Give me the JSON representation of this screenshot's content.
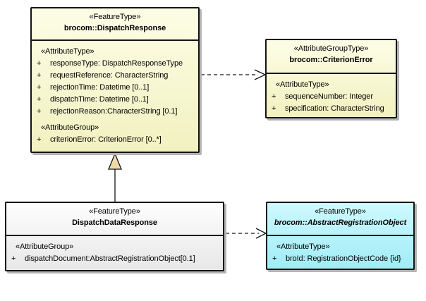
{
  "classes": [
    {
      "stereotype": "«FeatureType»",
      "name": "brocom::DispatchResponse",
      "sections": [
        {
          "heading": "«AttributeType»",
          "attributes": [
            {
              "vis": "+",
              "text": "responseType: DispatchResponseType"
            },
            {
              "vis": "+",
              "text": "requestReference: CharacterString"
            },
            {
              "vis": "+",
              "text": "rejectionTime: Datetime [0..1]"
            },
            {
              "vis": "+",
              "text": "dispatchTime: Datetime [0..1]"
            },
            {
              "vis": "+",
              "text": "rejectionReason:CharacterString [0.1]"
            }
          ]
        },
        {
          "heading": "«AttributeGroup»",
          "attributes": [
            {
              "vis": "+",
              "text": "criterionError: CriterionError [0..*]"
            }
          ]
        }
      ]
    },
    {
      "stereotype": "«AttributeGroupType»",
      "name": "brocom::CriterionError",
      "sections": [
        {
          "heading": "«AttributeType»",
          "attributes": [
            {
              "vis": "+",
              "text": "sequenceNumber: Integer"
            },
            {
              "vis": "+",
              "text": "specification: CharacterString"
            }
          ]
        }
      ]
    },
    {
      "stereotype": "«FeatureType»",
      "name": "DispatchDataResponse",
      "sections": [
        {
          "heading": "«AttributeGroup»",
          "attributes": [
            {
              "vis": "+",
              "text": "dispatchDocument:AbstractRegistrationObject[0.1]"
            }
          ]
        }
      ]
    },
    {
      "stereotype": "«FeatureType»",
      "name": "brocom::AbstractRegistrationObject",
      "sections": [
        {
          "heading": "«AttributeType»",
          "attributes": [
            {
              "vis": "+",
              "text": "broId: RegistrationObjectCode {id}"
            }
          ]
        }
      ]
    }
  ],
  "connectors": [
    {
      "type": "dependency",
      "from": "brocom::DispatchResponse",
      "to": "brocom::CriterionError",
      "line": "dashed",
      "arrowhead": "open"
    },
    {
      "type": "generalization",
      "from": "DispatchDataResponse",
      "to": "brocom::DispatchResponse",
      "line": "solid",
      "arrowhead": "hollow-triangle"
    },
    {
      "type": "dependency",
      "from": "DispatchDataResponse",
      "to": "brocom::AbstractRegistrationObject",
      "line": "dashed",
      "arrowhead": "open"
    }
  ],
  "colors": {
    "class_yellow": "#FBFBC8",
    "class_cyan": "#A6F4FE",
    "class_gray": "#EFEFEF",
    "border": "#141414",
    "shadow": "#B4B4B4",
    "triangle_fill": "#EFD9A9"
  }
}
